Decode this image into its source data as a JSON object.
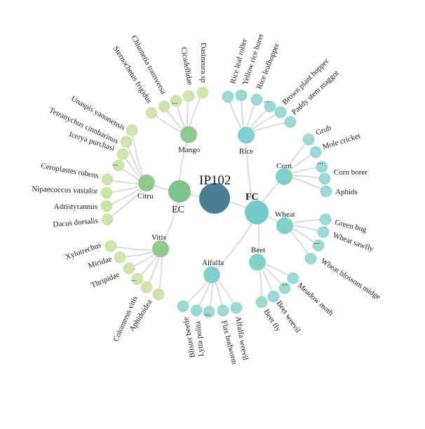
{
  "root": {
    "label": "IP102"
  },
  "categories": [
    {
      "id": "fc",
      "label": "FC"
    },
    {
      "id": "ec",
      "label": "EC"
    }
  ],
  "crops": [
    {
      "id": "rice",
      "label": "Rice",
      "category": "fc",
      "pests": [
        "Rice leaf roller",
        "Yellow rice borer",
        "Rice leafhopper",
        "...",
        "Brown plant hopper",
        "Paddy stem maggot"
      ]
    },
    {
      "id": "corn",
      "label": "Corn",
      "category": "fc",
      "pests": [
        "Grub",
        "Mole cricket",
        "...",
        "Corn borer",
        "Aphids"
      ]
    },
    {
      "id": "wheat",
      "label": "Wheat",
      "category": "fc",
      "pests": [
        "Green bug",
        "Wheat sawfly",
        "...",
        "Wheat blossom midge"
      ]
    },
    {
      "id": "beet",
      "label": "Beet",
      "category": "fc",
      "pests": [
        "Beet fly",
        "Beet weevil",
        "...",
        "Meadow moth"
      ]
    },
    {
      "id": "alfalfa",
      "label": "Alfalfa",
      "category": "fc",
      "pests": [
        "Blister beetle",
        "Lytta polita",
        "...",
        "Flax budworm",
        "Alfalfa weevil"
      ]
    },
    {
      "id": "vitis",
      "label": "Vitis",
      "category": "ec",
      "pests": [
        "Xylotrechus",
        "Miridae",
        "Thripidae",
        "...",
        "Colomerus vitis",
        "Aphidoidea"
      ]
    },
    {
      "id": "citrus",
      "label": "Citru",
      "category": "ec",
      "pests": [
        "Unaspis yanonensis",
        "Tetranychus cinnbarinus",
        "Icerya purchasi",
        "...",
        "Ceroplastes rubens",
        "Nipaecoccus vastalor",
        "Adristyrannus",
        "Dacus dorsalis"
      ]
    },
    {
      "id": "mango",
      "label": "Mango",
      "category": "ec",
      "pests": [
        "Sternochetus frigidus",
        "Chlumetia transversa",
        "...",
        "Cicadellidae",
        "Dasineura sp"
      ]
    }
  ],
  "colors": {
    "root": "#4a7f97",
    "fc_category": "#72cbcb",
    "fc_crop": "#80d0cc",
    "fc_pest": "#9adad2",
    "ec_category": "#7dc38c",
    "ec_crop": "#8fc98d",
    "ec_pest": "#cde5ad",
    "edge": "#dcdcdc"
  }
}
